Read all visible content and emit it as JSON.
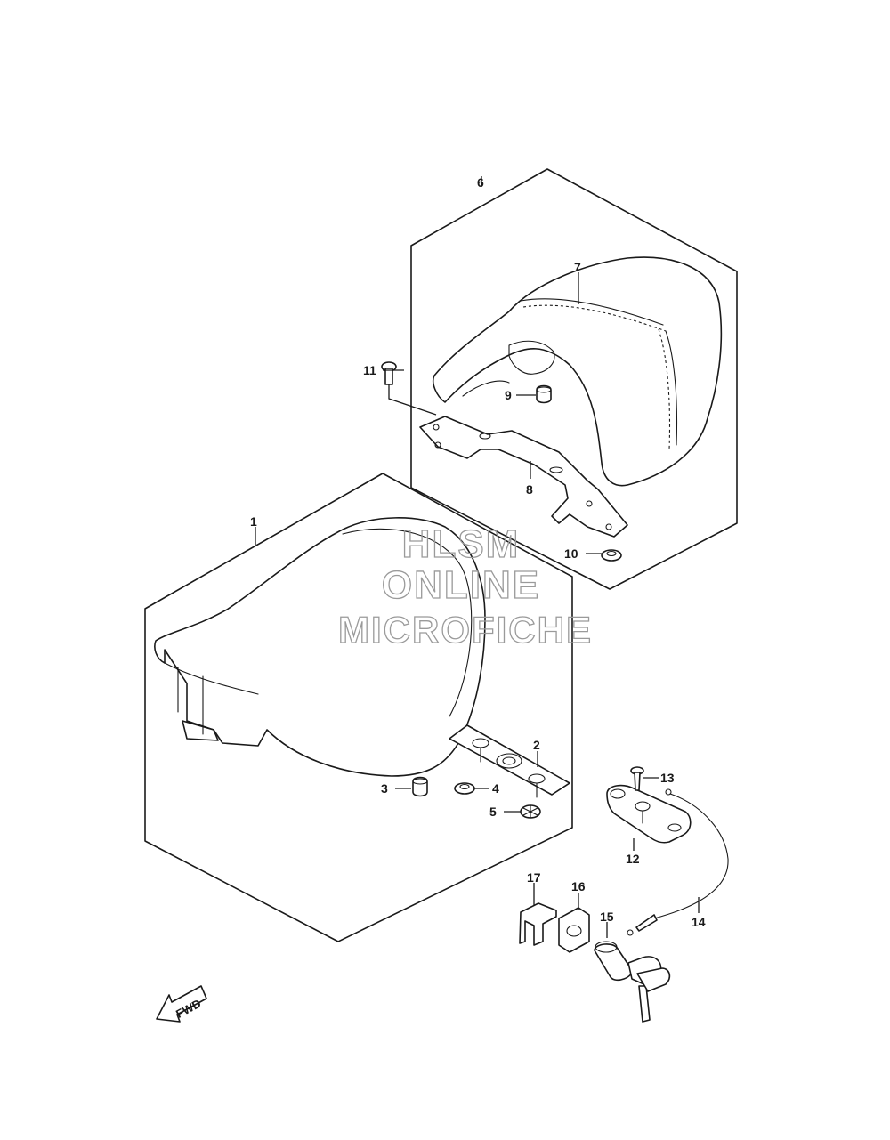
{
  "watermark": {
    "line1": "HLSM",
    "line2": "ONLINE",
    "line3": "MICROFICHE"
  },
  "fwd_label": "FWD",
  "callouts": {
    "c1": "1",
    "c2": "2",
    "c3": "3",
    "c4": "4",
    "c5": "5",
    "c6": "6",
    "c7": "7",
    "c8": "8",
    "c9": "9",
    "c10": "10",
    "c11": "11",
    "c12": "12",
    "c13": "13",
    "c14": "14",
    "c15": "15",
    "c16": "16",
    "c17": "17"
  }
}
